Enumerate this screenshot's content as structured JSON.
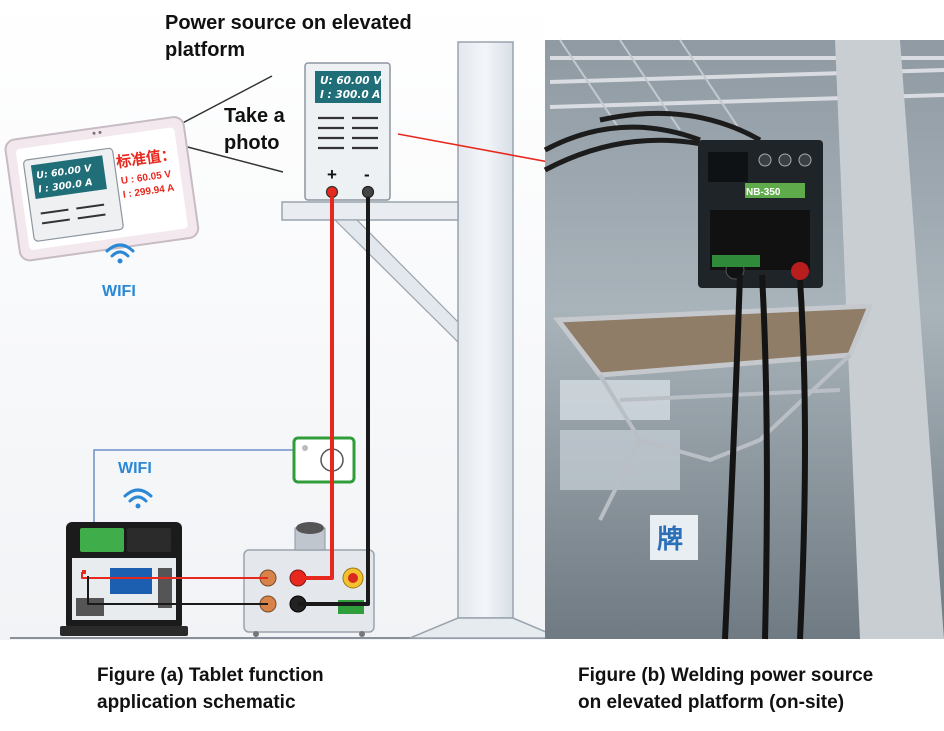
{
  "schematic": {
    "power_source_label": "Power source on elevated platform",
    "take_photo_label": "Take a photo",
    "psu_display": {
      "voltage": "U: 60.00 V",
      "current": "I : 300.0 A"
    },
    "psu_terminals": {
      "positive": "+",
      "negative": "-"
    },
    "tablet": {
      "screen_voltage": "U: 60.00 V",
      "screen_current": "I : 300.0 A",
      "standard_title": "标准值：",
      "standard_voltage": "U : 60.05 V",
      "standard_current": "I : 299.94 A"
    },
    "wifi_top_label": "WIFI",
    "wifi_bottom_label": "WIFI",
    "caption_line1": "Figure (a) Tablet function",
    "caption_line2": "application schematic"
  },
  "photo": {
    "machine_label": "NB-350",
    "sign_char": "牌",
    "caption_line1": "Figure (b) Welding power source",
    "caption_line2": "on elevated platform (on-site)"
  },
  "colors": {
    "red_wire": "#e8281e",
    "black_wire": "#1a1a1a",
    "green_box": "#2f9e3a",
    "blue_link": "#6f8fc7"
  }
}
